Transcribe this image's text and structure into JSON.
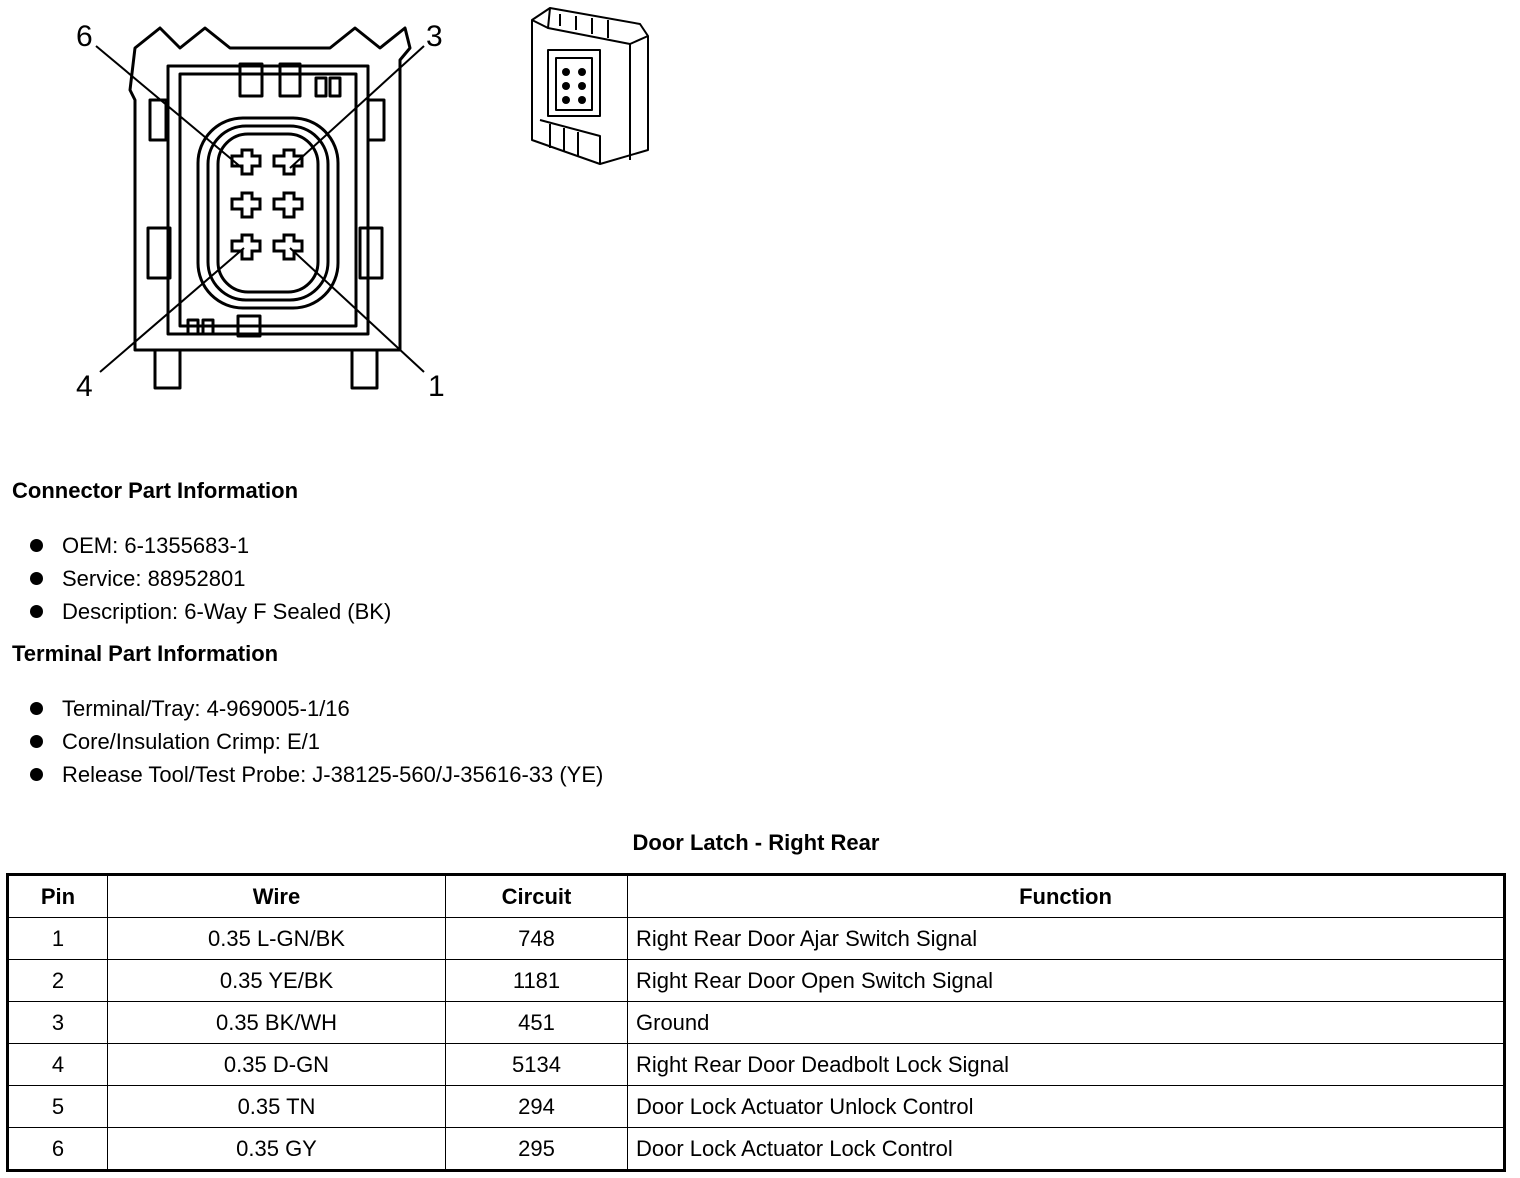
{
  "diagram": {
    "pin_labels": [
      "6",
      "3",
      "4",
      "1"
    ]
  },
  "connector_info": {
    "title": "Connector Part Information",
    "items": [
      "OEM: 6-1355683-1",
      "Service: 88952801",
      "Description: 6-Way F Sealed (BK)"
    ]
  },
  "terminal_info": {
    "title": "Terminal Part Information",
    "items": [
      "Terminal/Tray: 4-969005-1/16",
      "Core/Insulation Crimp: E/1",
      "Release Tool/Test Probe: J-38125-560/J-35616-33 (YE)"
    ]
  },
  "table": {
    "caption": "Door Latch - Right Rear",
    "headers": [
      "Pin",
      "Wire",
      "Circuit",
      "Function"
    ],
    "rows": [
      [
        "1",
        "0.35 L-GN/BK",
        "748",
        "Right Rear Door Ajar Switch Signal"
      ],
      [
        "2",
        "0.35 YE/BK",
        "1181",
        "Right Rear Door Open Switch Signal"
      ],
      [
        "3",
        "0.35 BK/WH",
        "451",
        "Ground"
      ],
      [
        "4",
        "0.35 D-GN",
        "5134",
        "Right Rear Door Deadbolt Lock Signal"
      ],
      [
        "5",
        "0.35 TN",
        "294",
        "Door Lock Actuator Unlock Control"
      ],
      [
        "6",
        "0.35 GY",
        "295",
        "Door Lock Actuator Lock Control"
      ]
    ]
  }
}
